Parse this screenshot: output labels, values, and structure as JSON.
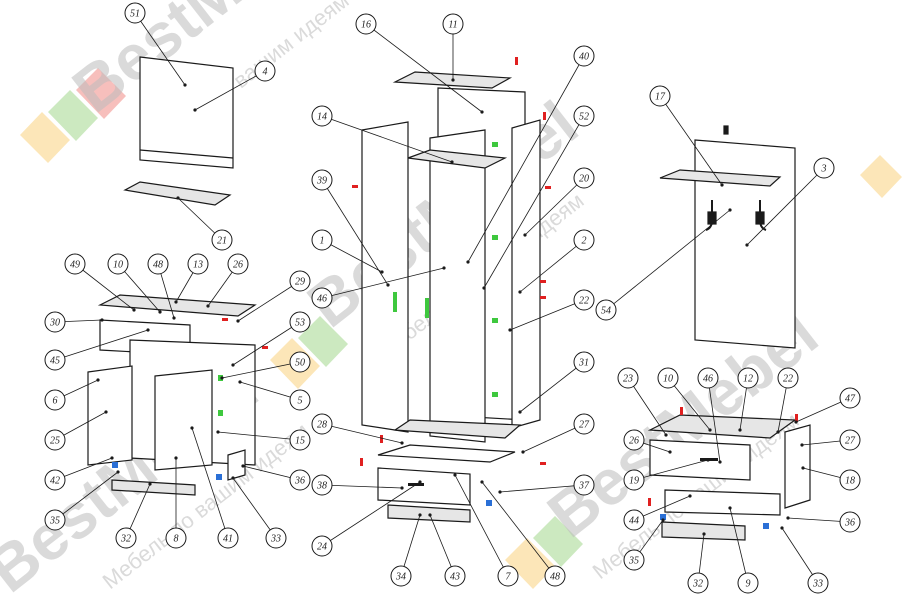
{
  "watermark": {
    "brand": "BestMebel",
    "brand_split": "Best Mebel",
    "slogan": "Мебель по вашим идеям"
  },
  "callouts": {
    "c51": "51",
    "c4a": "4",
    "c21a": "21",
    "c16": "16",
    "c11": "11",
    "c40": "40",
    "c52": "52",
    "c14": "14",
    "c39": "39",
    "c1": "1",
    "c46a": "46",
    "c20": "20",
    "c2": "2",
    "c22": "22",
    "c31": "31",
    "c28a": "28",
    "c27a": "27",
    "c38": "38",
    "c37a": "37",
    "c24": "24",
    "c34": "34",
    "c43": "43",
    "c7": "7",
    "c48": "48",
    "c10a": "10",
    "c17": "17",
    "c3": "3",
    "c54": "54",
    "c49": "49",
    "c10b": "10",
    "c48b": "48",
    "c13": "13",
    "c26a": "26",
    "c29": "29",
    "c30": "30",
    "c45": "45",
    "c53": "53",
    "c50": "50",
    "c6": "6",
    "c5": "5",
    "c25": "25",
    "c15": "15",
    "c42": "42",
    "c36a": "36",
    "c35a": "35",
    "c32a": "32",
    "c8": "8",
    "c41": "41",
    "c33a": "33",
    "c23": "23",
    "c10c": "10",
    "c46b": "46",
    "c12": "12",
    "c22b": "22",
    "c47": "47",
    "c26b": "26",
    "c27b": "27",
    "c19": "19",
    "c18": "18",
    "c44": "44",
    "c35b": "35",
    "c36b": "36",
    "c32b": "32",
    "c9": "9",
    "c33b": "33"
  },
  "colors": {
    "line": "#1a1a1a",
    "panel": "#ffffff",
    "shelf_fill": "#e6e6e6",
    "fastener_red": "#e02020",
    "fastener_green": "#3ec83e",
    "fastener_blue": "#2a6fd6",
    "wm_orange": "#f7b733",
    "wm_green": "#6cc04a",
    "wm_red": "#e8483f"
  }
}
